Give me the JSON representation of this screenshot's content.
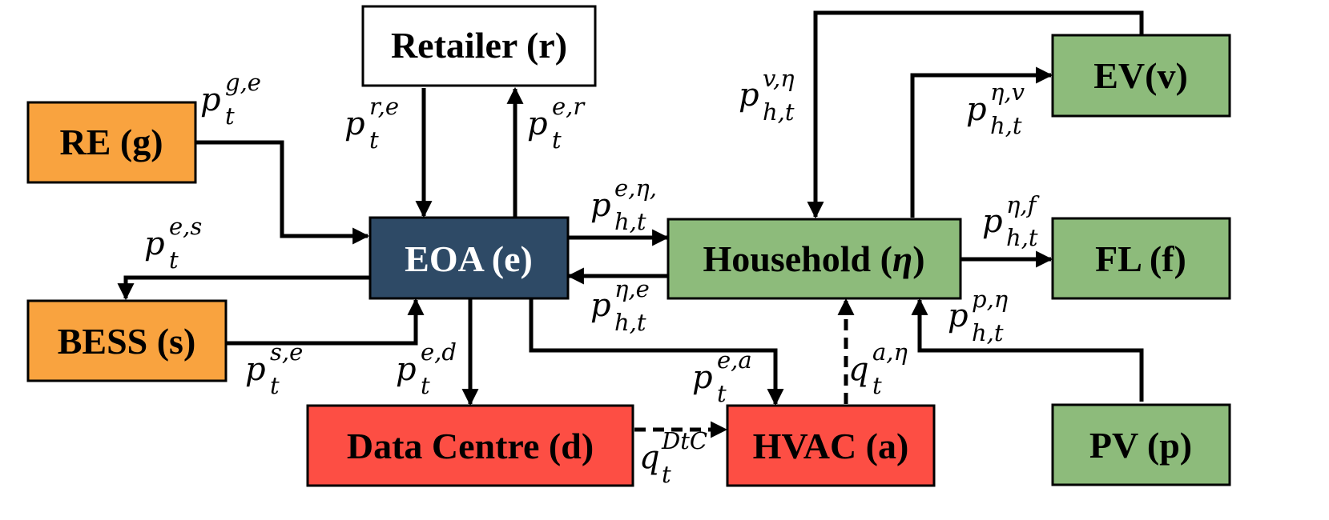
{
  "colors": {
    "orange": "#f9a33f",
    "navy": "#2e4a66",
    "green": "#8dbb7b",
    "red": "#fd4e44",
    "white": "#ffffff",
    "stroke": "#000000"
  },
  "nodes": {
    "retailer": "Retailer (r)",
    "re": "RE (g)",
    "eoa": "EOA (e)",
    "bess": "BESS (s)",
    "household": "Household (",
    "household_symbol": "η",
    "household_close": ")",
    "ev": "EV(v)",
    "fl": "FL (f)",
    "pv": "PV (p)",
    "datacentre": "Data Centre (d)",
    "hvac": "HVAC (a)"
  },
  "flows": {
    "re_to_eoa": {
      "base": "p",
      "sup": "g,e",
      "sub": "t"
    },
    "retailer_to_eoa": {
      "base": "p",
      "sup": "r,e",
      "sub": "t"
    },
    "eoa_to_retailer": {
      "base": "p",
      "sup": "e,r",
      "sub": "t"
    },
    "eoa_to_bess": {
      "base": "p",
      "sup": "e,s",
      "sub": "t"
    },
    "bess_to_eoa": {
      "base": "p",
      "sup": "s,e",
      "sub": "t"
    },
    "eoa_to_datacentre": {
      "base": "p",
      "sup": "e,d",
      "sub": "t"
    },
    "eoa_to_hvac": {
      "base": "p",
      "sup": "e,a",
      "sub": "t"
    },
    "eoa_to_household": {
      "base": "p",
      "sup": "e,η,",
      "sub": "h,t"
    },
    "household_to_eoa": {
      "base": "p",
      "sup": "η,e",
      "sub": "h,t"
    },
    "ev_to_household": {
      "base": "p",
      "sup": "v,η",
      "sub": "h,t"
    },
    "household_to_ev": {
      "base": "p",
      "sup": "η,v",
      "sub": "h,t"
    },
    "household_to_fl": {
      "base": "p",
      "sup": "η,f",
      "sub": "h,t"
    },
    "pv_to_household": {
      "base": "p",
      "sup": "p,η",
      "sub": "h,t"
    },
    "hvac_to_household": {
      "base": "q",
      "sup": "a,η",
      "sub": "t"
    },
    "datacentre_to_hvac": {
      "base": "q",
      "sup": "DtC",
      "sub": "t"
    }
  }
}
